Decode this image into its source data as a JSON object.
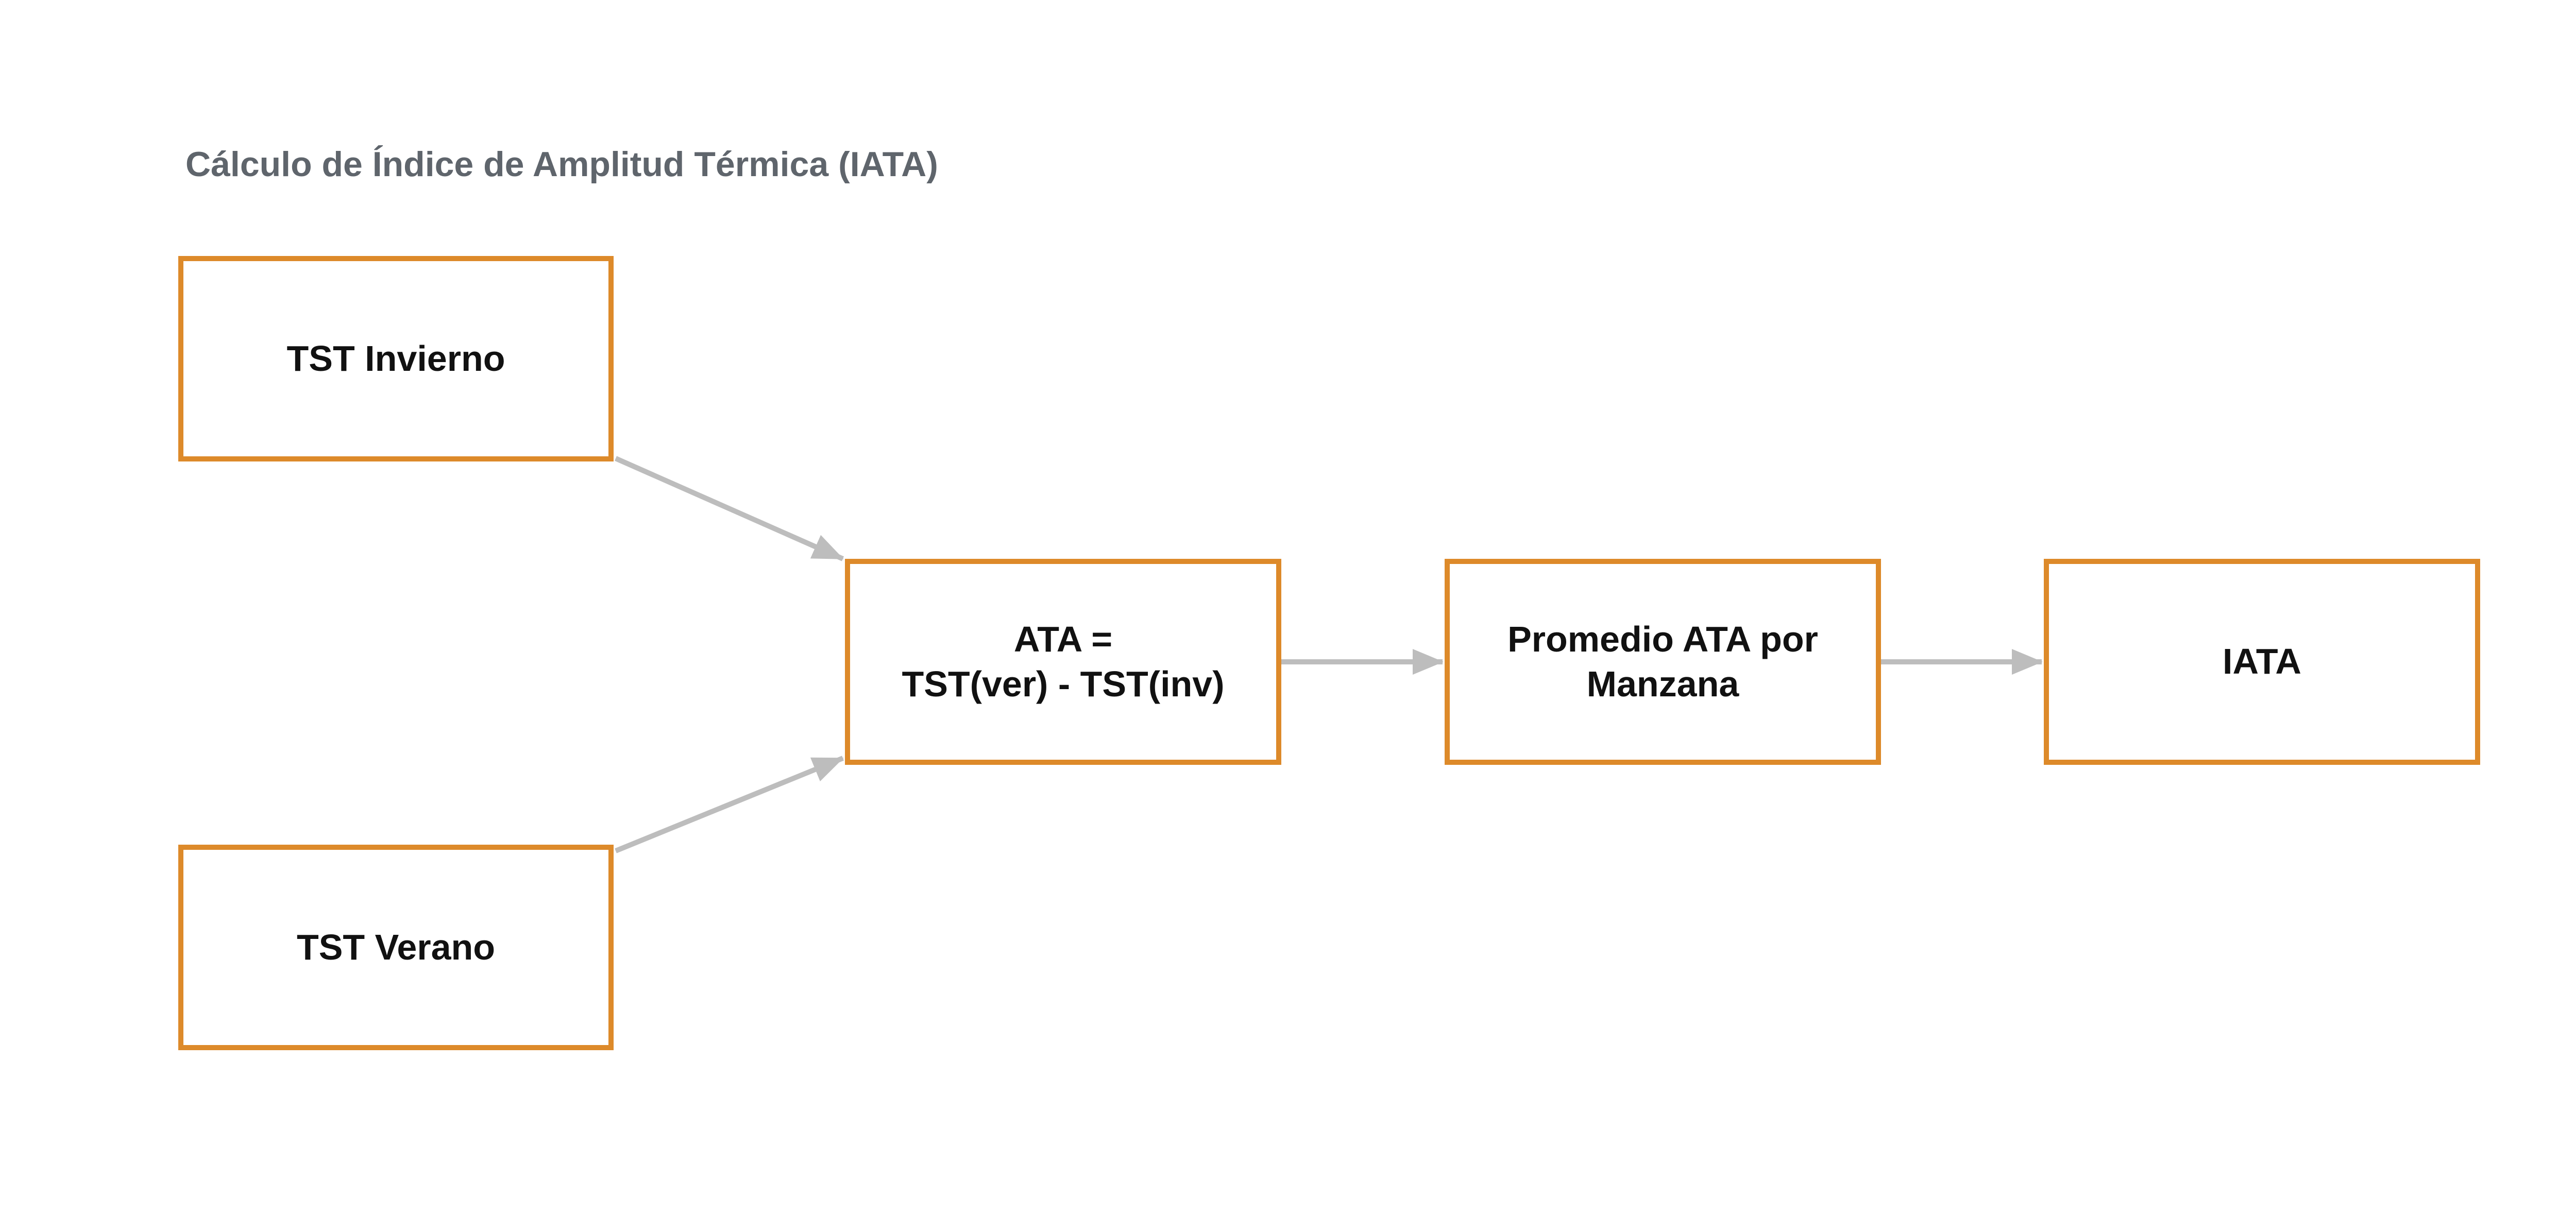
{
  "title": "Cálculo de Índice de Amplitud Térmica (IATA)",
  "colors": {
    "node_border": "#dd8a2a",
    "connector": "#bdbdbd",
    "title": "#5f656c"
  },
  "nodes": {
    "tst_invierno": {
      "lines": [
        "TST Invierno"
      ]
    },
    "tst_verano": {
      "lines": [
        "TST Verano"
      ]
    },
    "ata": {
      "lines": [
        "ATA =",
        "TST(ver) - TST(inv)"
      ]
    },
    "promedio": {
      "lines": [
        "Promedio ATA por",
        "Manzana"
      ]
    },
    "iata": {
      "lines": [
        "IATA"
      ]
    }
  },
  "edges": [
    {
      "from": "tst_invierno",
      "to": "ata"
    },
    {
      "from": "tst_verano",
      "to": "ata"
    },
    {
      "from": "ata",
      "to": "promedio"
    },
    {
      "from": "promedio",
      "to": "iata"
    }
  ]
}
